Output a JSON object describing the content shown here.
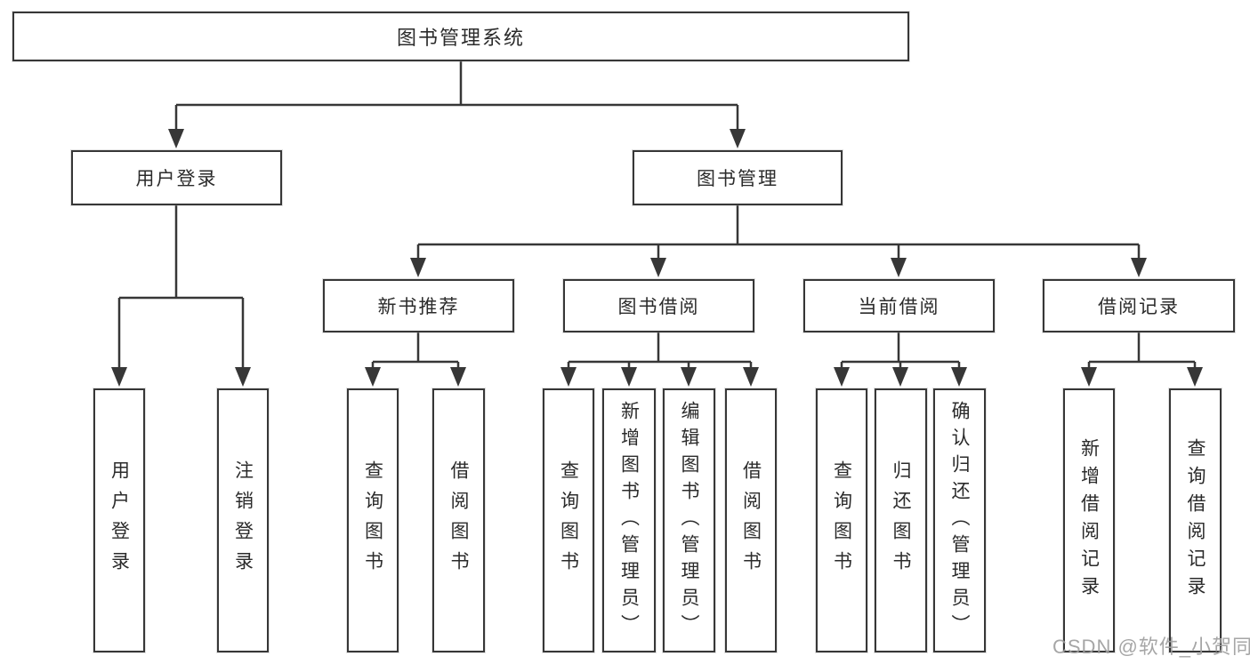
{
  "tree": {
    "root": {
      "label": "图书管理系统"
    },
    "branches": [
      {
        "label": "用户登录",
        "children": [
          {
            "label": "用户登录"
          },
          {
            "label": "注销登录"
          }
        ]
      },
      {
        "label": "图书管理",
        "children": [
          {
            "label": "新书推荐",
            "children": [
              {
                "label": "查询图书"
              },
              {
                "label": "借阅图书"
              }
            ]
          },
          {
            "label": "图书借阅",
            "children": [
              {
                "label": "查询图书"
              },
              {
                "label": "新增图书（管理员）"
              },
              {
                "label": "编辑图书（管理员）"
              },
              {
                "label": "借阅图书"
              }
            ]
          },
          {
            "label": "当前借阅",
            "children": [
              {
                "label": "查询图书"
              },
              {
                "label": "归还图书"
              },
              {
                "label": "确认归还（管理员）"
              }
            ]
          },
          {
            "label": "借阅记录",
            "children": [
              {
                "label": "新增借阅记录"
              },
              {
                "label": "查询借阅记录"
              }
            ]
          }
        ]
      }
    ]
  },
  "watermark": {
    "text": "CSDN @软件_小贺同学",
    "color": "#9f9f9f"
  },
  "colors": {
    "line": "#373737",
    "text": "#2b2b2b",
    "background": "#ffffff",
    "box_fill": "#ffffff"
  }
}
